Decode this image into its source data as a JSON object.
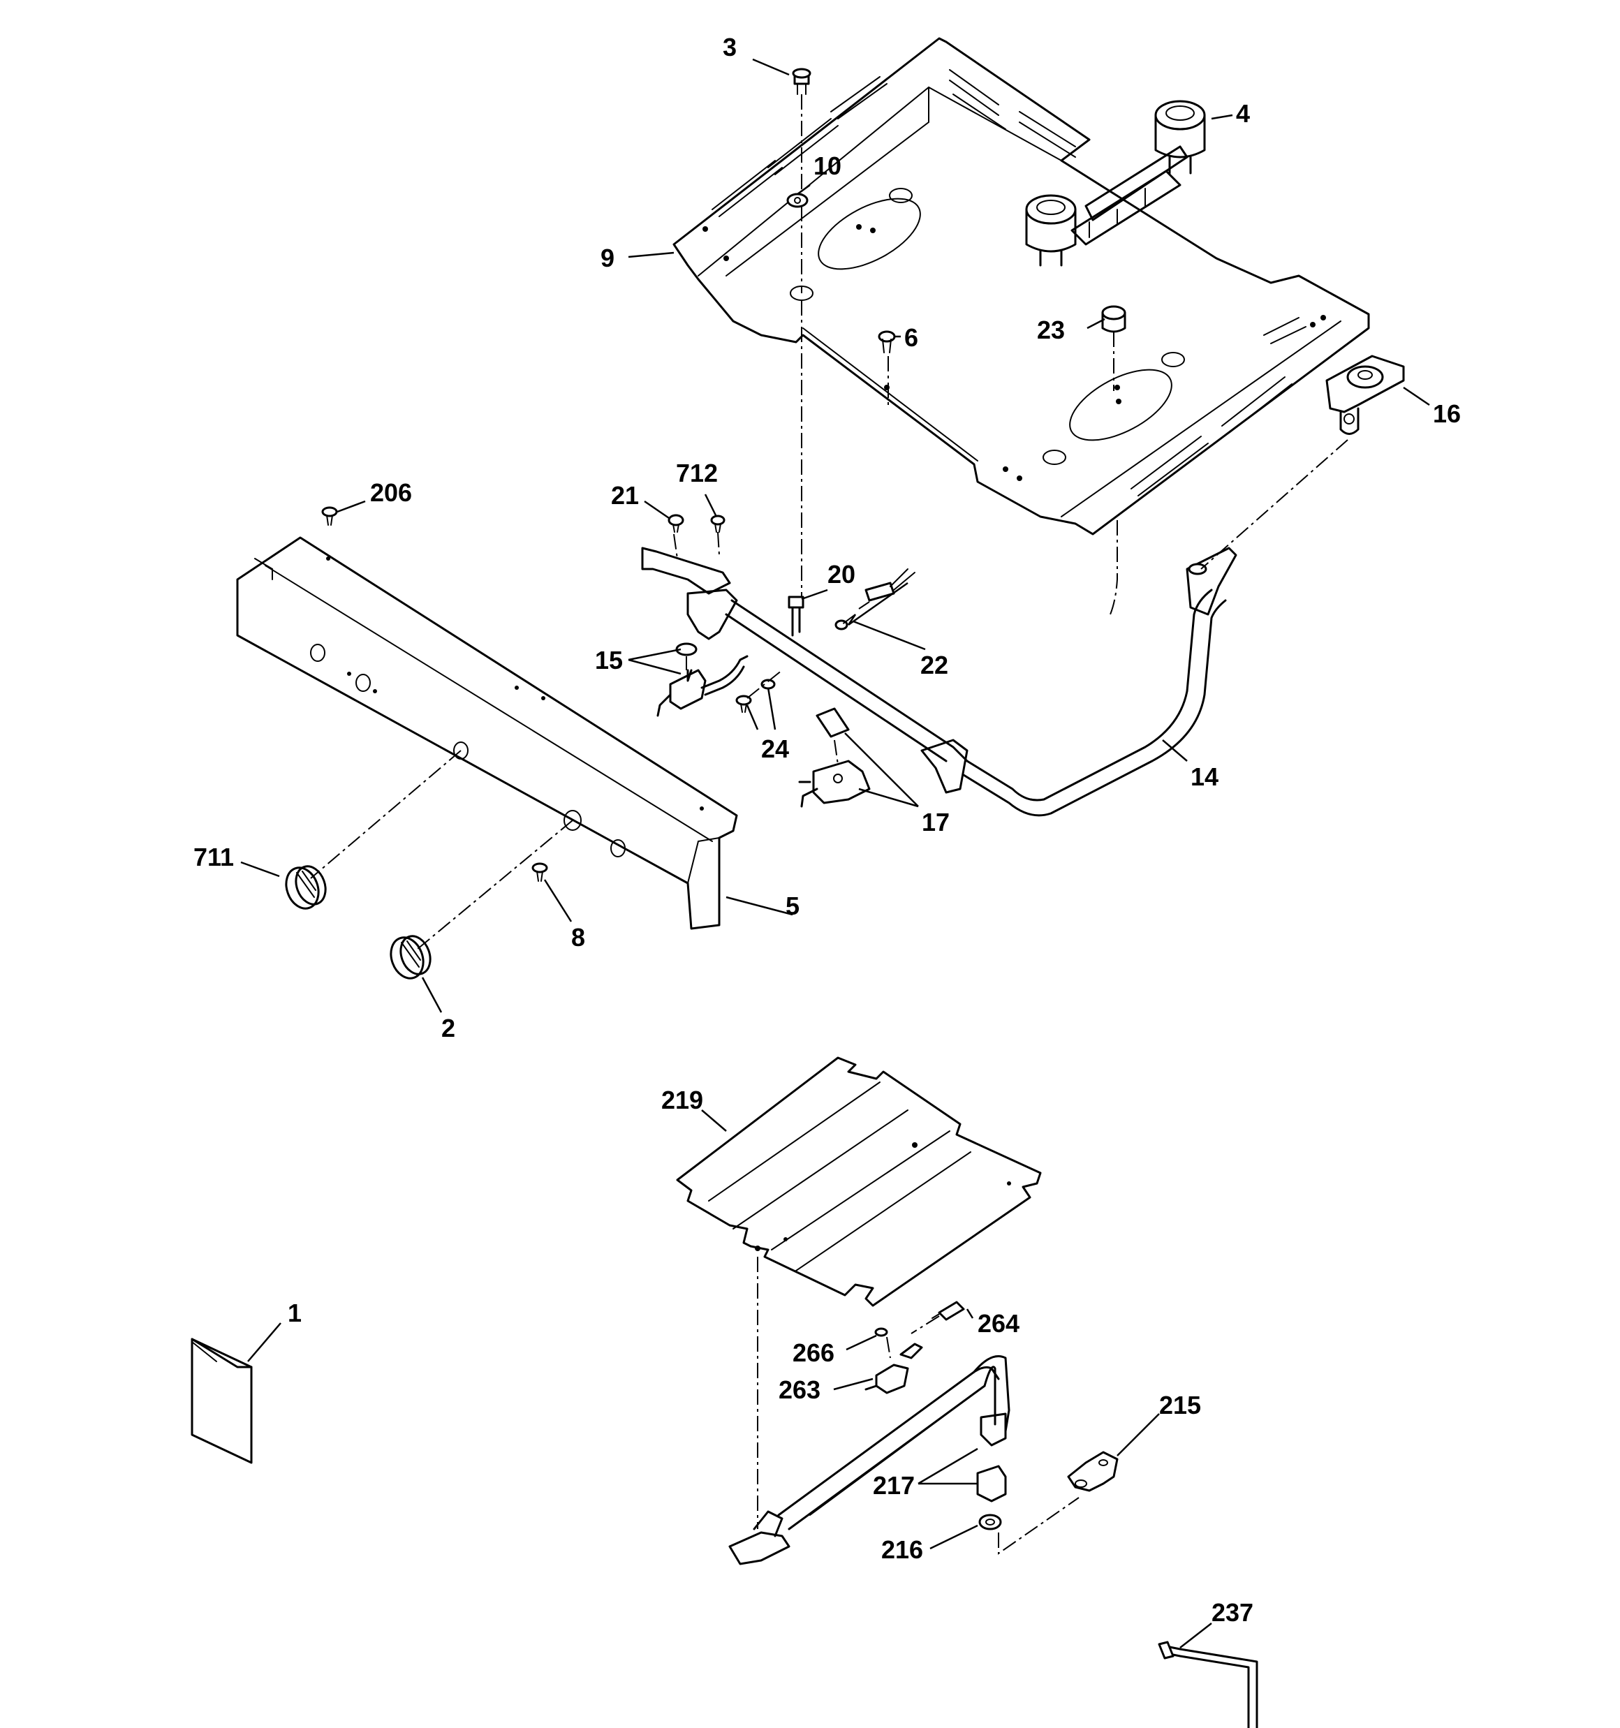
{
  "diagram": {
    "parts": [
      {
        "id": "1",
        "name": "literature-envelope"
      },
      {
        "id": "2",
        "name": "control-knob"
      },
      {
        "id": "3",
        "name": "screw"
      },
      {
        "id": "4",
        "name": "burner-assembly"
      },
      {
        "id": "5",
        "name": "control-panel"
      },
      {
        "id": "6",
        "name": "screw"
      },
      {
        "id": "8",
        "name": "screw"
      },
      {
        "id": "9",
        "name": "burner-box"
      },
      {
        "id": "10",
        "name": "nut"
      },
      {
        "id": "14",
        "name": "manifold-tube"
      },
      {
        "id": "15",
        "name": "valve"
      },
      {
        "id": "16",
        "name": "regulator-bracket"
      },
      {
        "id": "17",
        "name": "valve-assembly"
      },
      {
        "id": "20",
        "name": "orifice"
      },
      {
        "id": "21",
        "name": "screw"
      },
      {
        "id": "22",
        "name": "fitting"
      },
      {
        "id": "23",
        "name": "spacer"
      },
      {
        "id": "24",
        "name": "screw-and-washer"
      },
      {
        "id": "206",
        "name": "screw"
      },
      {
        "id": "215",
        "name": "bracket"
      },
      {
        "id": "216",
        "name": "nut"
      },
      {
        "id": "217",
        "name": "sleeve"
      },
      {
        "id": "219",
        "name": "broil-shield"
      },
      {
        "id": "237",
        "name": "tube"
      },
      {
        "id": "263",
        "name": "pilot"
      },
      {
        "id": "264",
        "name": "orifice"
      },
      {
        "id": "266",
        "name": "screw"
      },
      {
        "id": "711",
        "name": "control-knob"
      },
      {
        "id": "712",
        "name": "screw"
      }
    ],
    "labels": {
      "l1": "1",
      "l2": "2",
      "l3": "3",
      "l4": "4",
      "l5": "5",
      "l6": "6",
      "l8": "8",
      "l9": "9",
      "l10": "10",
      "l14": "14",
      "l15": "15",
      "l16": "16",
      "l17": "17",
      "l20": "20",
      "l21": "21",
      "l22": "22",
      "l23": "23",
      "l24": "24",
      "l206": "206",
      "l215": "215",
      "l216": "216",
      "l217": "217",
      "l219": "219",
      "l237": "237",
      "l263": "263",
      "l264": "264",
      "l266": "266",
      "l711": "711",
      "l712": "712"
    }
  }
}
